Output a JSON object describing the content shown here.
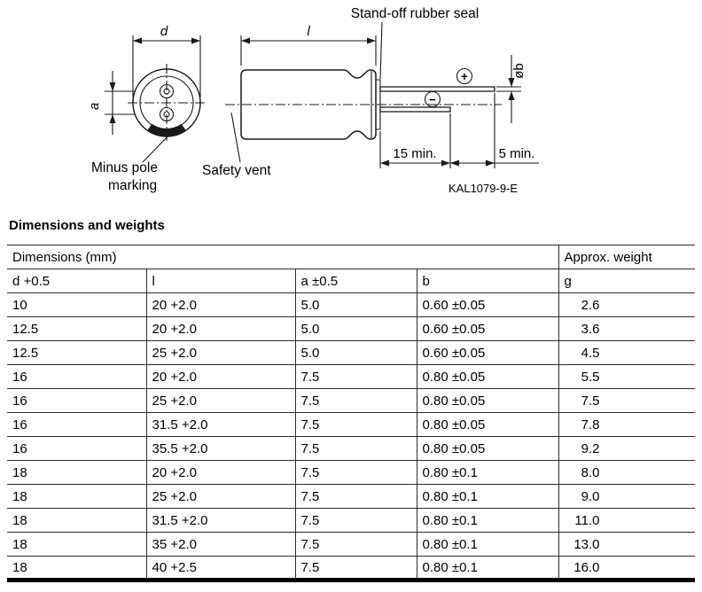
{
  "diagram": {
    "callouts": {
      "standoff_seal": "Stand-off rubber seal",
      "safety_vent": "Safety vent",
      "minus_pole_line1": "Minus pole",
      "minus_pole_line2": "marking",
      "drawing_code": "KAL1079-9-E"
    },
    "dims": {
      "d": "d",
      "l": "l",
      "a": "a",
      "diameter_b": "øb",
      "lead_long": "15 min.",
      "lead_gap": "5 min.",
      "plus": "+",
      "minus": "−"
    }
  },
  "section": {
    "title": "Dimensions and weights"
  },
  "table": {
    "group_headers": {
      "dimensions": "Dimensions (mm)",
      "weight": "Approx. weight"
    },
    "columns": [
      "d +0.5",
      "l",
      "a ±0.5",
      "b",
      "g"
    ],
    "rows": [
      [
        "10",
        "20 +2.0",
        "5.0",
        "0.60 ±0.05",
        "2.6"
      ],
      [
        "12.5",
        "20 +2.0",
        "5.0",
        "0.60 ±0.05",
        "3.6"
      ],
      [
        "12.5",
        "25 +2.0",
        "5.0",
        "0.60 ±0.05",
        "4.5"
      ],
      [
        "16",
        "20 +2.0",
        "7.5",
        "0.80 ±0.05",
        "5.5"
      ],
      [
        "16",
        "25 +2.0",
        "7.5",
        "0.80 ±0.05",
        "7.5"
      ],
      [
        "16",
        "31.5 +2.0",
        "7.5",
        "0.80 ±0.05",
        "7.8"
      ],
      [
        "16",
        "35.5 +2.0",
        "7.5",
        "0.80 ±0.05",
        "9.2"
      ],
      [
        "18",
        "20 +2.0",
        "7.5",
        "0.80 ±0.1",
        "8.0"
      ],
      [
        "18",
        "25 +2.0",
        "7.5",
        "0.80 ±0.1",
        "9.0"
      ],
      [
        "18",
        "31.5 +2.0",
        "7.5",
        "0.80 ±0.1",
        "11.0"
      ],
      [
        "18",
        "35 +2.0",
        "7.5",
        "0.80 ±0.1",
        "13.0"
      ],
      [
        "18",
        "40 +2.5",
        "7.5",
        "0.80 ±0.1",
        "16.0"
      ]
    ]
  }
}
